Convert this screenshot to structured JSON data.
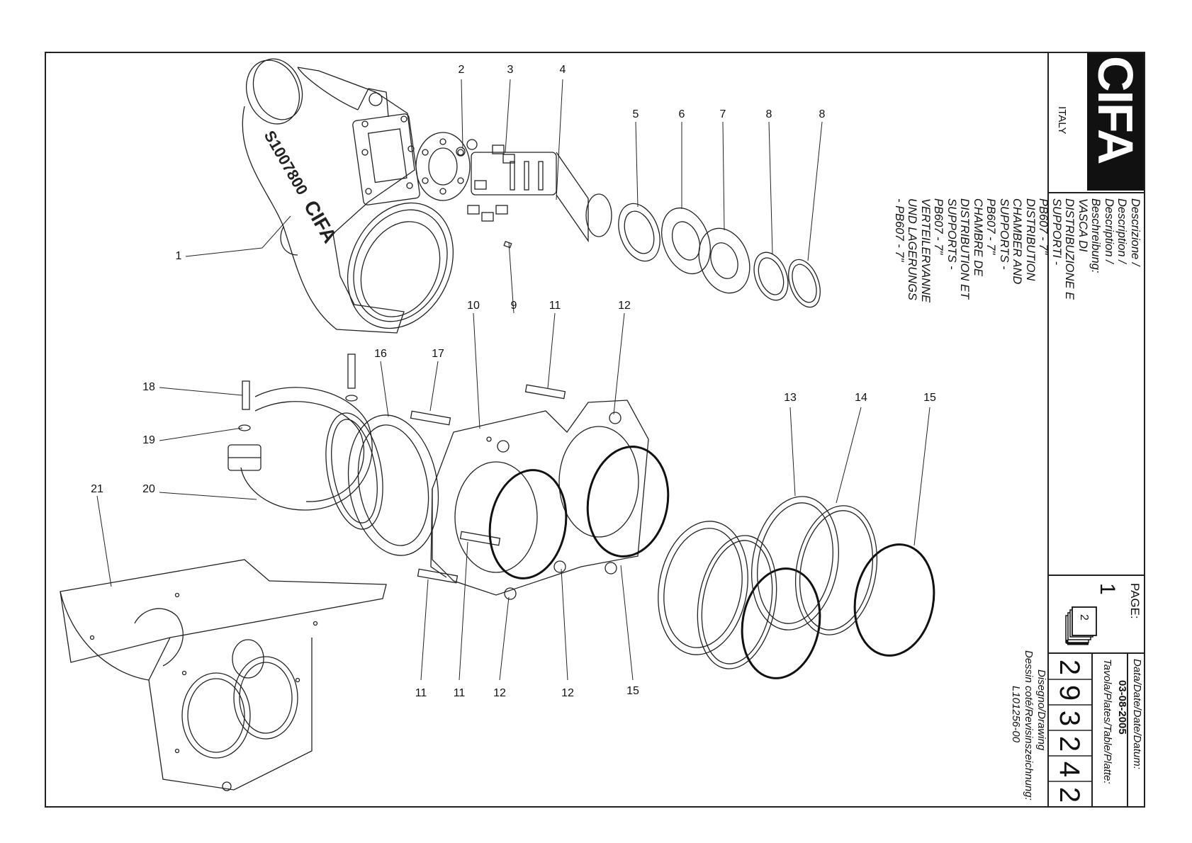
{
  "brand": {
    "logo_text": "CIFA",
    "country": "ITALY"
  },
  "description": {
    "header": "Descrizione / Description / Description / Beschreibung:",
    "lines": [
      "VASCA DI DISTRIBUZIONE E SUPPORTI - PB607 - 7\"",
      "DISTRIBUTION CHAMBER AND SUPPORTS - PB607 - 7\"",
      "CHAMBRE DE DISTRIBUTION ET SUPPORTS - PB607 - 7\"",
      "VERTEILERVANNE UND LAGERUNGS - PB607 - 7\""
    ]
  },
  "page": {
    "label": "PAGE:",
    "number": "1",
    "icon_number": "2"
  },
  "date": {
    "label": "Data/Date/Date/Datum:",
    "value": "03-08-2005"
  },
  "plate": {
    "label": "Tavola/Plates/Table/Platte:",
    "digits": [
      "2",
      "9",
      "3",
      "2",
      "4",
      "2"
    ]
  },
  "drawing": {
    "label": "Disegno/Drawing",
    "sublabel": "Dessin coté/Revisinszeichnung:",
    "value": "L101256-00"
  },
  "part_marking": {
    "code": "S1007800",
    "brand": "CIFA"
  },
  "callouts": [
    "1",
    "2",
    "3",
    "4",
    "5",
    "6",
    "7",
    "8",
    "8",
    "9",
    "10",
    "11",
    "12",
    "13",
    "14",
    "15",
    "16",
    "17",
    "18",
    "19",
    "20",
    "21",
    "11",
    "11",
    "12",
    "12",
    "15"
  ]
}
